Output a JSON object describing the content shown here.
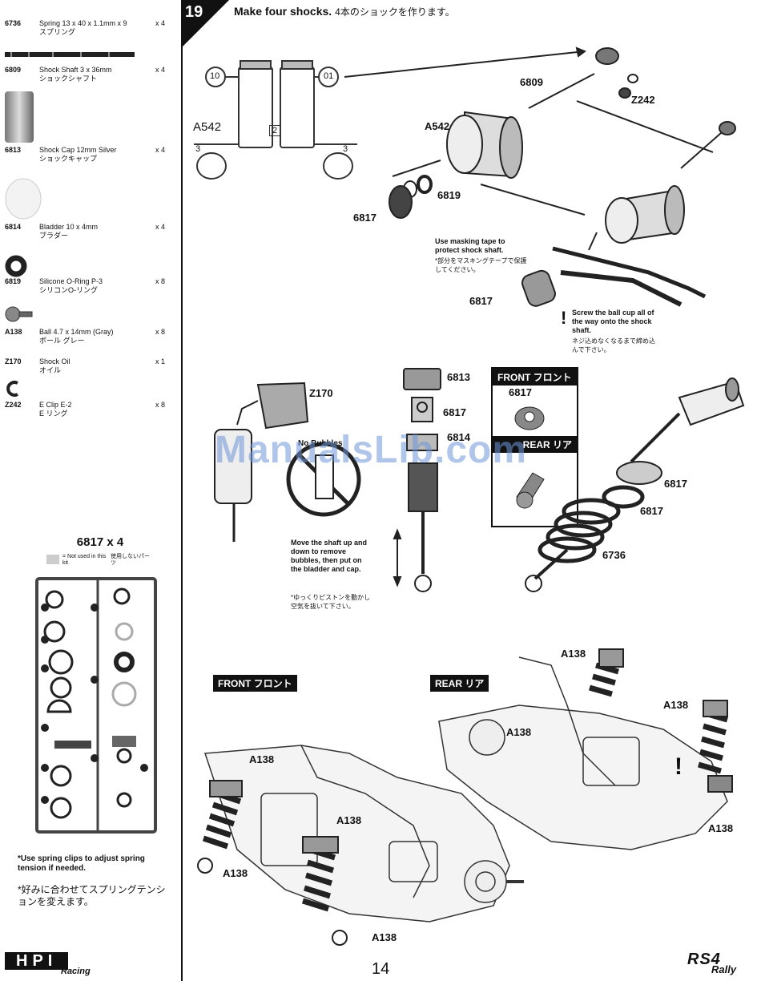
{
  "parts": [
    {
      "code": "6736",
      "name": "Spring 13 x 40 x 1.1mm x 9",
      "name_jp": "スプリング",
      "qty": "x 4"
    },
    {
      "code": "6809",
      "name": "Shock Shaft 3 x 36mm",
      "name_jp": "ショックシャフト",
      "qty": "x 4"
    },
    {
      "code": "6813",
      "name": "Shock Cap 12mm Silver",
      "name_jp": "ショックキャップ",
      "qty": "x 4"
    },
    {
      "code": "6814",
      "name": "Bladder 10 x 4mm",
      "name_jp": "ブラダー",
      "qty": "x 4"
    },
    {
      "code": "6819",
      "name": "Silicone O-Ring P-3",
      "name_jp": "シリコンO-リング",
      "qty": "x 8"
    },
    {
      "code": "A138",
      "name": "Ball 4.7 x 14mm (Gray)",
      "name_jp": "ボール グレー",
      "qty": "x 8"
    },
    {
      "code": "Z170",
      "name": "Shock Oil",
      "name_jp": "オイル",
      "qty": "x 1"
    },
    {
      "code": "Z242",
      "name": "E Clip E-2",
      "name_jp": "E リング",
      "qty": "x 8"
    }
  ],
  "tree": {
    "title": "6817 x 4",
    "legend_en": "= Not used in this kit.",
    "legend_jp": "使用しないパーツ"
  },
  "spring_note": {
    "en": "*Use spring clips to adjust spring tension if needed.",
    "jp": "*好みに合わせてスプリングテンションを変えます。"
  },
  "step": {
    "number": "19",
    "title": "Make four shocks.",
    "title_jp": "4本のショックを作ります。"
  },
  "callouts": {
    "a542_top": "A542",
    "n10": "10",
    "n01": "01",
    "n2": "2",
    "n3a": "3",
    "n3b": "3",
    "p6809": "6809",
    "z242": "Z242",
    "a542": "A542",
    "p6819": "6819",
    "p6817_a": "6817",
    "p6817_b": "6817",
    "z170": "Z170",
    "p6813": "6813",
    "p6817_c": "6817",
    "p6814": "6814",
    "front_box_part": "6817",
    "p6817_d": "6817",
    "p6817_e": "6817",
    "p6736": "6736",
    "a138_f1": "A138",
    "a138_f2": "A138",
    "a138_f3": "A138",
    "a138_f4": "A138",
    "a138_r1": "A138",
    "a138_r2": "A138",
    "a138_r3": "A138",
    "a138_r4": "A138"
  },
  "notes": {
    "tape_en": "Use masking tape to protect shock shaft.",
    "tape_jp": "*部分をマスキングテープで保護してください。",
    "screw_en": "Screw the ball cup all of the way onto the shock shaft.",
    "screw_jp": "ネジ込めなくなるまで締め込んで下さい。",
    "bubbles_label": "No Bubbles",
    "move_en": "Move the shaft up and down to remove bubbles, then put on the bladder and cap.",
    "move_jp": "*ゆっくりピストンを動かし空気を抜いて下さい。"
  },
  "boxes": {
    "front": "FRONT フロント",
    "rear_small": "REAR リア"
  },
  "sections": {
    "front": "FRONT フロント",
    "rear": "REAR リア"
  },
  "watermark": "ManualsLib.com",
  "page_number": "14",
  "brand": "HPI",
  "brand_sub": "Racing",
  "model": "RS4",
  "model_sub": "Rally"
}
